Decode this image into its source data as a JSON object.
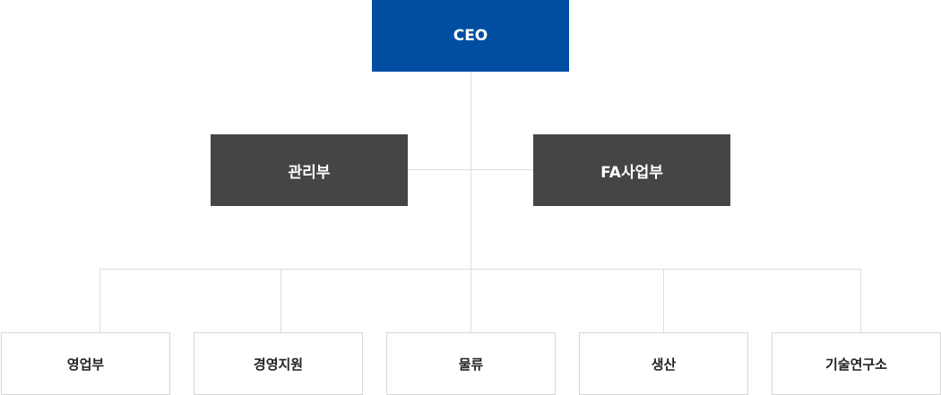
{
  "colors": {
    "ceo_background": "#004ea2",
    "division_background": "#454545",
    "team_border": "#d6d6d6",
    "connector": "#dddddd"
  },
  "org": {
    "ceo": "CEO",
    "divisions": [
      "관리부",
      "FA사업부"
    ],
    "teams": [
      "영업부",
      "경영지원",
      "물류",
      "생산",
      "기술연구소"
    ]
  }
}
